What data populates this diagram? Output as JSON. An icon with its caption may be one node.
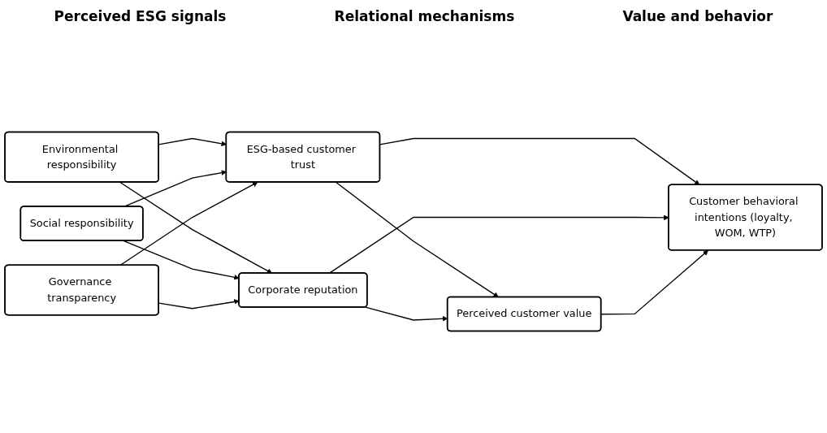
{
  "diagram": {
    "nodes": [
      {
        "text": [
          "Environmental responsibility"
        ]
      },
      {
        "text": [
          "Social responsibility"
        ]
      },
      {
        "text": [
          "Governance transparency"
        ]
      },
      {
        "text": [
          "ESG-based customer trust"
        ]
      },
      {
        "text": [
          "Corporate reputation"
        ]
      },
      {
        "text": [
          "Perceived customer value"
        ]
      },
      {
        "text": [
          "Customer behavioral intentions (loyalty, WOM, WTP)"
        ]
      }
    ],
    "edges": [
      {
        "from": 0,
        "to": 3,
        "arrow": "to"
      },
      {
        "from": 0,
        "to": 4,
        "arrow": "to"
      },
      {
        "from": 1,
        "to": 3,
        "arrow": "to"
      },
      {
        "from": 1,
        "to": 4,
        "arrow": "to"
      },
      {
        "from": 2,
        "to": 3,
        "arrow": "to"
      },
      {
        "from": 2,
        "to": 4,
        "arrow": "to"
      },
      {
        "from": 3,
        "to": 5,
        "arrow": "to"
      },
      {
        "from": 3,
        "to": 6,
        "arrow": "to"
      },
      {
        "from": 4,
        "to": 5,
        "arrow": "to"
      },
      {
        "from": 4,
        "to": 6,
        "arrow": "to"
      },
      {
        "from": 5,
        "to": 6,
        "arrow": "to"
      }
    ],
    "labels": [
      "Perceived ESG signals",
      "Relational mechanisms",
      "Value and behavior"
    ]
  }
}
